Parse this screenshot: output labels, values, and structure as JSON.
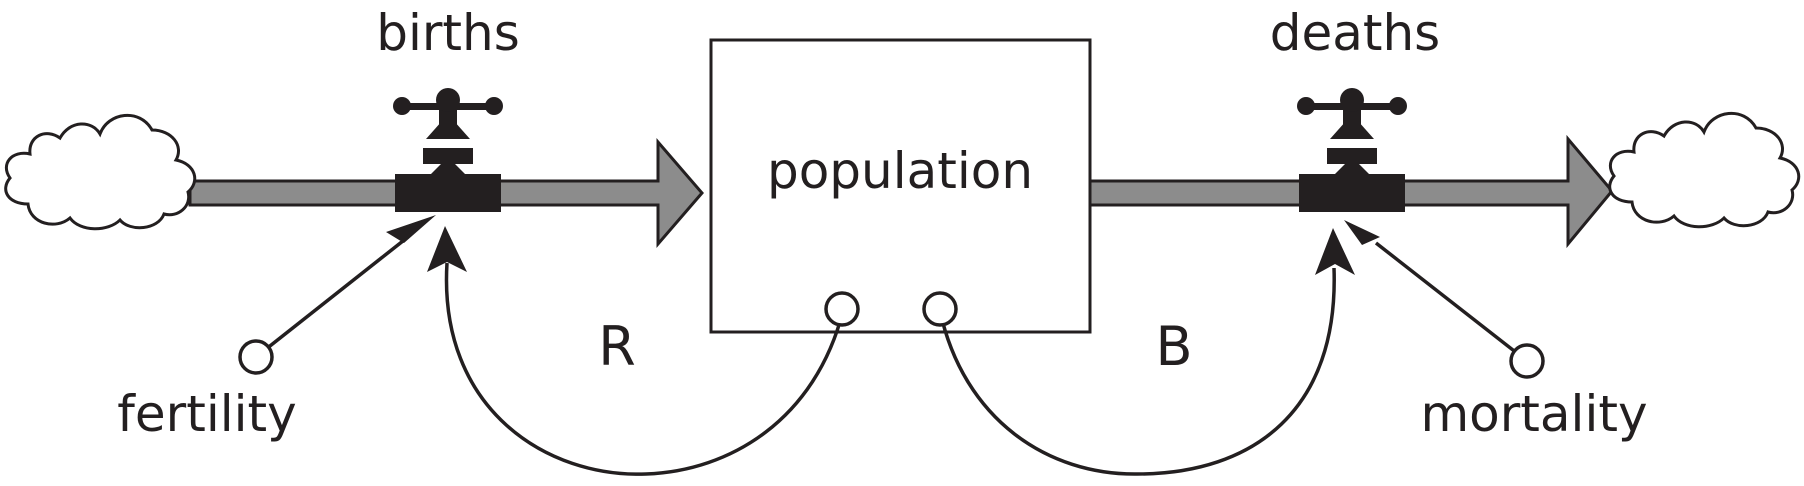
{
  "diagram": {
    "stock": {
      "label": "population"
    },
    "inflow": {
      "label": "births"
    },
    "outflow": {
      "label": "deaths"
    },
    "converters": [
      {
        "id": "fertility",
        "label": "fertility"
      },
      {
        "id": "mortality",
        "label": "mortality"
      }
    ],
    "loops": [
      {
        "id": "reinforcing",
        "label": "R"
      },
      {
        "id": "balancing",
        "label": "B"
      }
    ],
    "colors": {
      "ink": "#231f20",
      "pipe": "#8c8c8c",
      "valve": "#231f20",
      "background": "#ffffff"
    },
    "icons": [
      "cloud-source-icon",
      "cloud-sink-icon",
      "valve-icon",
      "arrowhead-icon"
    ]
  }
}
